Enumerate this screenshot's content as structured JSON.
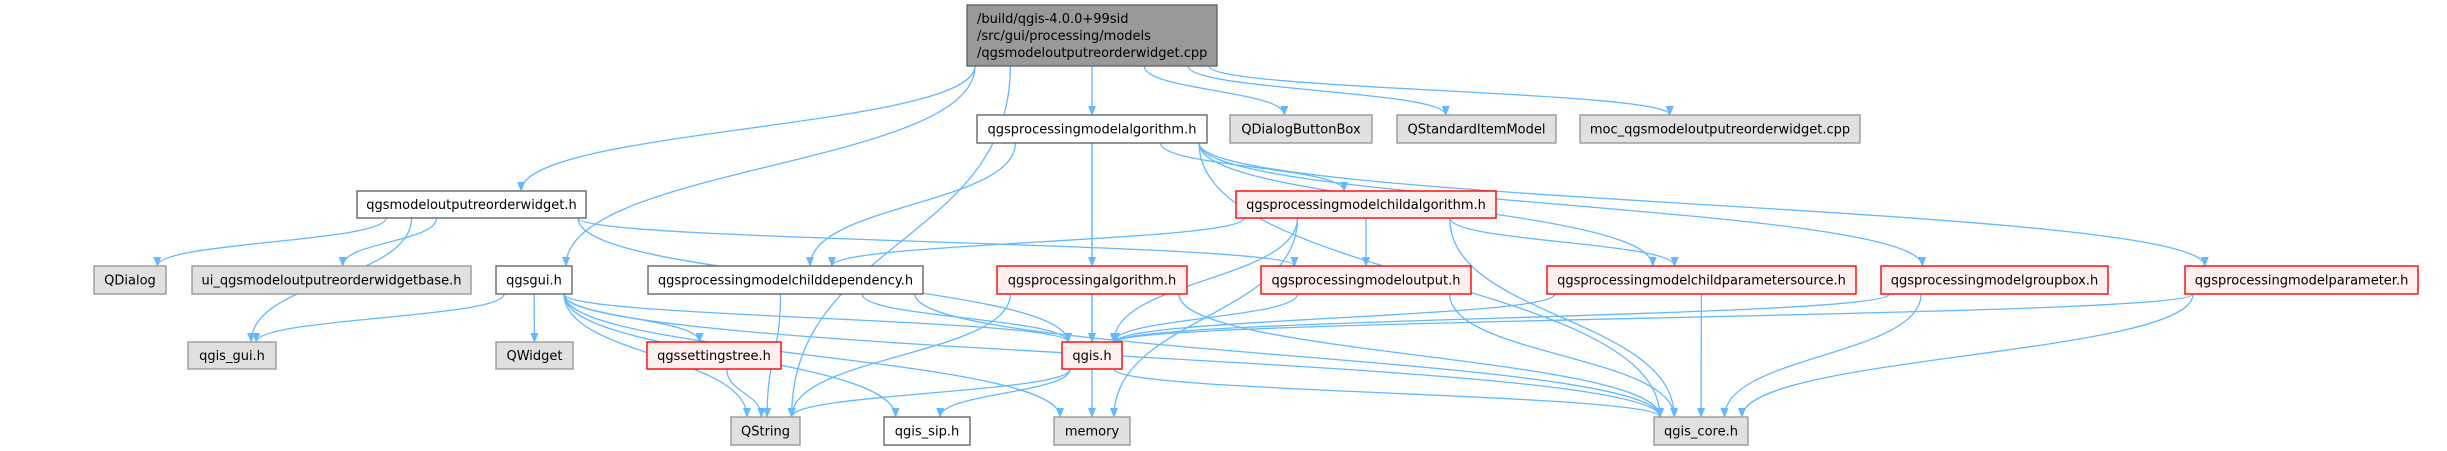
{
  "colors": {
    "edge": "#63b8ff",
    "root_fill": "#999999",
    "root_border": "#666666",
    "external_fill": "#e0e0e0",
    "external_border": "#999999",
    "plain_fill": "#ffffff",
    "plain_border": "#666666",
    "incomplete_fill": "#fff0f0",
    "incomplete_border": "#ff0000"
  },
  "nodes": [
    {
      "id": "root",
      "label": [
        "/build/qgis-4.0.0+99sid",
        "/src/gui/processing/models",
        "/qgsmodeloutputreorderwidget.cpp"
      ],
      "style": "root"
    },
    {
      "id": "qgsprocessingmodelalgorithm_h",
      "label": [
        "qgsprocessingmodelalgorithm.h"
      ],
      "style": "plain"
    },
    {
      "id": "QDialogButtonBox",
      "label": [
        "QDialogButtonBox"
      ],
      "style": "external"
    },
    {
      "id": "QStandardItemModel",
      "label": [
        "QStandardItemModel"
      ],
      "style": "external"
    },
    {
      "id": "moc_cpp",
      "label": [
        "moc_qgsmodeloutputreorderwidget.cpp"
      ],
      "style": "external"
    },
    {
      "id": "qgsmodeloutputreorderwidget_h",
      "label": [
        "qgsmodeloutputreorderwidget.h"
      ],
      "style": "plain"
    },
    {
      "id": "qgsprocessingmodelchildalgorithm_h",
      "label": [
        "qgsprocessingmodelchildalgorithm.h"
      ],
      "style": "incomplete"
    },
    {
      "id": "QDialog",
      "label": [
        "QDialog"
      ],
      "style": "external"
    },
    {
      "id": "ui_base_h",
      "label": [
        "ui_qgsmodeloutputreorderwidgetbase.h"
      ],
      "style": "external"
    },
    {
      "id": "qgsgui_h",
      "label": [
        "qgsgui.h"
      ],
      "style": "plain"
    },
    {
      "id": "qgsprocessingmodelchilddependency_h",
      "label": [
        "qgsprocessingmodelchilddependency.h"
      ],
      "style": "plain"
    },
    {
      "id": "qgsprocessingalgorithm_h",
      "label": [
        "qgsprocessingalgorithm.h"
      ],
      "style": "incomplete"
    },
    {
      "id": "qgsprocessingmodeloutput_h",
      "label": [
        "qgsprocessingmodeloutput.h"
      ],
      "style": "incomplete"
    },
    {
      "id": "qgsprocessingmodelchildparametersource_h",
      "label": [
        "qgsprocessingmodelchildparametersource.h"
      ],
      "style": "incomplete"
    },
    {
      "id": "qgsprocessingmodelgroupbox_h",
      "label": [
        "qgsprocessingmodelgroupbox.h"
      ],
      "style": "incomplete"
    },
    {
      "id": "qgsprocessingmodelparameter_h",
      "label": [
        "qgsprocessingmodelparameter.h"
      ],
      "style": "incomplete"
    },
    {
      "id": "qgis_gui_h",
      "label": [
        "qgis_gui.h"
      ],
      "style": "external"
    },
    {
      "id": "QWidget",
      "label": [
        "QWidget"
      ],
      "style": "external"
    },
    {
      "id": "qgssettingstree_h",
      "label": [
        "qgssettingstree.h"
      ],
      "style": "incomplete"
    },
    {
      "id": "qgis_h",
      "label": [
        "qgis.h"
      ],
      "style": "incomplete"
    },
    {
      "id": "QString",
      "label": [
        "QString"
      ],
      "style": "external"
    },
    {
      "id": "qgis_sip_h",
      "label": [
        "qgis_sip.h"
      ],
      "style": "plain"
    },
    {
      "id": "memory",
      "label": [
        "memory"
      ],
      "style": "external"
    },
    {
      "id": "qgis_core_h",
      "label": [
        "qgis_core.h"
      ],
      "style": "external"
    }
  ],
  "edges": [
    [
      "root",
      "QString"
    ],
    [
      "root",
      "qgsmodeloutputreorderwidget_h"
    ],
    [
      "root",
      "qgsgui_h"
    ],
    [
      "root",
      "qgsprocessingmodelalgorithm_h"
    ],
    [
      "root",
      "QDialogButtonBox"
    ],
    [
      "root",
      "QStandardItemModel"
    ],
    [
      "root",
      "moc_cpp"
    ],
    [
      "qgsmodeloutputreorderwidget_h",
      "qgis_gui_h"
    ],
    [
      "qgsmodeloutputreorderwidget_h",
      "QDialog"
    ],
    [
      "qgsmodeloutputreorderwidget_h",
      "ui_base_h"
    ],
    [
      "qgsmodeloutputreorderwidget_h",
      "qgis_h"
    ],
    [
      "qgsmodeloutputreorderwidget_h",
      "qgsprocessingmodeloutput_h"
    ],
    [
      "qgsgui_h",
      "qgis_gui_h"
    ],
    [
      "qgsgui_h",
      "QWidget"
    ],
    [
      "qgsgui_h",
      "qgssettingstree_h"
    ],
    [
      "qgsgui_h",
      "QString"
    ],
    [
      "qgsgui_h",
      "qgis_sip_h"
    ],
    [
      "qgsgui_h",
      "qgis_h"
    ],
    [
      "qgsgui_h",
      "memory"
    ],
    [
      "qgsgui_h",
      "qgis_core_h"
    ],
    [
      "qgsprocessingmodelalgorithm_h",
      "qgsprocessingmodelchilddependency_h"
    ],
    [
      "qgsprocessingmodelalgorithm_h",
      "qgis_h"
    ],
    [
      "qgsprocessingmodelalgorithm_h",
      "qgsprocessingalgorithm_h"
    ],
    [
      "qgsprocessingmodelalgorithm_h",
      "qgsprocessingmodelchildalgorithm_h"
    ],
    [
      "qgsprocessingmodelalgorithm_h",
      "qgsprocessingmodelchildparametersource_h"
    ],
    [
      "qgsprocessingmodelalgorithm_h",
      "qgsprocessingmodelgroupbox_h"
    ],
    [
      "qgsprocessingmodelalgorithm_h",
      "qgsprocessingmodelparameter_h"
    ],
    [
      "qgsprocessingmodelalgorithm_h",
      "qgis_core_h"
    ],
    [
      "qgsprocessingmodelchildalgorithm_h",
      "qgsprocessingmodelchilddependency_h"
    ],
    [
      "qgsprocessingmodelchildalgorithm_h",
      "qgis_h"
    ],
    [
      "qgsprocessingmodelchildalgorithm_h",
      "qgsprocessingmodeloutput_h"
    ],
    [
      "qgsprocessingmodelchildalgorithm_h",
      "memory"
    ],
    [
      "qgsprocessingmodelchildalgorithm_h",
      "qgsprocessingmodelchildparametersource_h"
    ],
    [
      "qgsprocessingmodelchildalgorithm_h",
      "qgis_core_h"
    ],
    [
      "qgsprocessingmodelchilddependency_h",
      "QString"
    ],
    [
      "qgsprocessingmodelchilddependency_h",
      "qgis_h"
    ],
    [
      "qgsprocessingmodelchilddependency_h",
      "qgis_core_h"
    ],
    [
      "qgsprocessingalgorithm_h",
      "QString"
    ],
    [
      "qgsprocessingalgorithm_h",
      "qgis_h"
    ],
    [
      "qgsprocessingalgorithm_h",
      "qgis_core_h"
    ],
    [
      "qgsprocessingmodeloutput_h",
      "qgis_h"
    ],
    [
      "qgsprocessingmodeloutput_h",
      "qgis_core_h"
    ],
    [
      "qgsprocessingmodelchildparametersource_h",
      "qgis_h"
    ],
    [
      "qgsprocessingmodelchildparametersource_h",
      "qgis_core_h"
    ],
    [
      "qgsprocessingmodelgroupbox_h",
      "qgis_h"
    ],
    [
      "qgsprocessingmodelgroupbox_h",
      "qgis_core_h"
    ],
    [
      "qgsprocessingmodelparameter_h",
      "qgis_h"
    ],
    [
      "qgsprocessingmodelparameter_h",
      "qgis_core_h"
    ],
    [
      "qgssettingstree_h",
      "QString"
    ],
    [
      "qgis_h",
      "QString"
    ],
    [
      "qgis_h",
      "qgis_sip_h"
    ],
    [
      "qgis_h",
      "memory"
    ],
    [
      "qgis_h",
      "qgis_core_h"
    ]
  ]
}
